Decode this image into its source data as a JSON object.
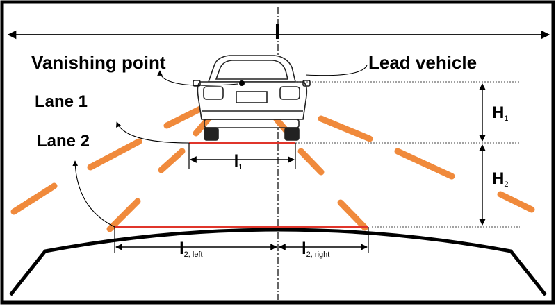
{
  "labels": {
    "vanishing_point": "Vanishing point",
    "lead_vehicle": "Lead vehicle",
    "lane1": "Lane 1",
    "lane2": "Lane 2",
    "width_top": "l",
    "l1_main": "l",
    "l1_sub": "1",
    "l2left_main": "l",
    "l2left_sub": "2, left",
    "l2right_main": "l",
    "l2right_sub": "2, right",
    "h1_main": "H",
    "h1_sub": "1",
    "h2_main": "H",
    "h2_sub": "2"
  },
  "colors": {
    "lane": "#f08a3c",
    "baseline": "#e0352b",
    "line": "#000000"
  }
}
